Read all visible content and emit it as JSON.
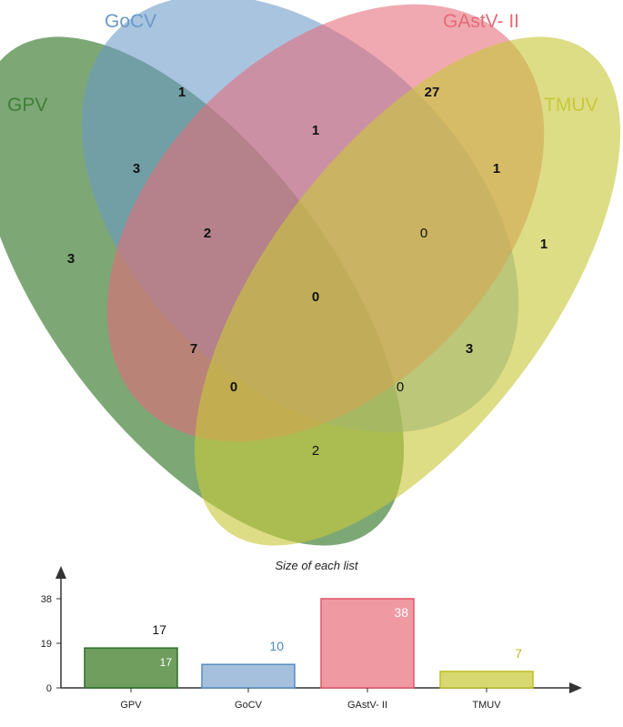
{
  "venn": {
    "sets": [
      {
        "name": "GPV",
        "color": "#3f7f35"
      },
      {
        "name": "GoCV",
        "color": "#6a9ac8"
      },
      {
        "name": "GAstV- II",
        "color": "#e66a78"
      },
      {
        "name": "TMUV",
        "color": "#c8c83a"
      }
    ],
    "regions": [
      {
        "sets": [
          "GoCV"
        ],
        "count": 1,
        "bold": true
      },
      {
        "sets": [
          "GAstV- II"
        ],
        "count": 27,
        "bold": true
      },
      {
        "sets": [
          "GoCV",
          "GAstV- II"
        ],
        "count": 1,
        "bold": true
      },
      {
        "sets": [
          "GPV",
          "GoCV"
        ],
        "count": 3,
        "bold": true
      },
      {
        "sets": [
          "GAstV- II",
          "TMUV"
        ],
        "count": 1,
        "bold": true
      },
      {
        "sets": [
          "GPV"
        ],
        "count": 3,
        "bold": true
      },
      {
        "sets": [
          "GPV",
          "GoCV",
          "GAstV- II"
        ],
        "count": 2,
        "bold": true
      },
      {
        "sets": [
          "GoCV",
          "GAstV- II",
          "TMUV"
        ],
        "count": 0,
        "bold": false
      },
      {
        "sets": [
          "TMUV"
        ],
        "count": 1,
        "bold": true
      },
      {
        "sets": [
          "GPV",
          "GoCV",
          "GAstV- II",
          "TMUV"
        ],
        "count": 0,
        "bold": true
      },
      {
        "sets": [
          "GPV",
          "GAstV- II"
        ],
        "count": 7,
        "bold": true
      },
      {
        "sets": [
          "GoCV",
          "TMUV"
        ],
        "count": 3,
        "bold": true
      },
      {
        "sets": [
          "GPV",
          "GAstV- II",
          "TMUV"
        ],
        "count": 0,
        "bold": true
      },
      {
        "sets": [
          "GPV",
          "GoCV",
          "TMUV"
        ],
        "count": 0,
        "bold": false
      },
      {
        "sets": [
          "GPV",
          "TMUV"
        ],
        "count": 2,
        "bold": false
      }
    ]
  },
  "chart_data": {
    "type": "bar",
    "title": "Size of each list",
    "categories": [
      "GPV",
      "GoCV",
      "GAstV- II",
      "TMUV"
    ],
    "values": [
      17,
      10,
      38,
      7
    ],
    "ylim": [
      0,
      38
    ],
    "yticks": [
      0,
      19,
      38
    ],
    "bar_colors": [
      "#6f9e5e",
      "#a4c0dd",
      "#ef9aa2",
      "#d7d870"
    ],
    "bar_edge_colors": [
      "#2f6e2a",
      "#5b8cc0",
      "#e0566a",
      "#bdbd2a"
    ],
    "label_colors": [
      "#111111",
      "#4a86c4",
      "#ffffff",
      "#b8b82a"
    ],
    "labels_above": [
      "17",
      "10",
      "",
      "7"
    ],
    "labels_inside": [
      "17",
      "",
      "38",
      ""
    ]
  }
}
